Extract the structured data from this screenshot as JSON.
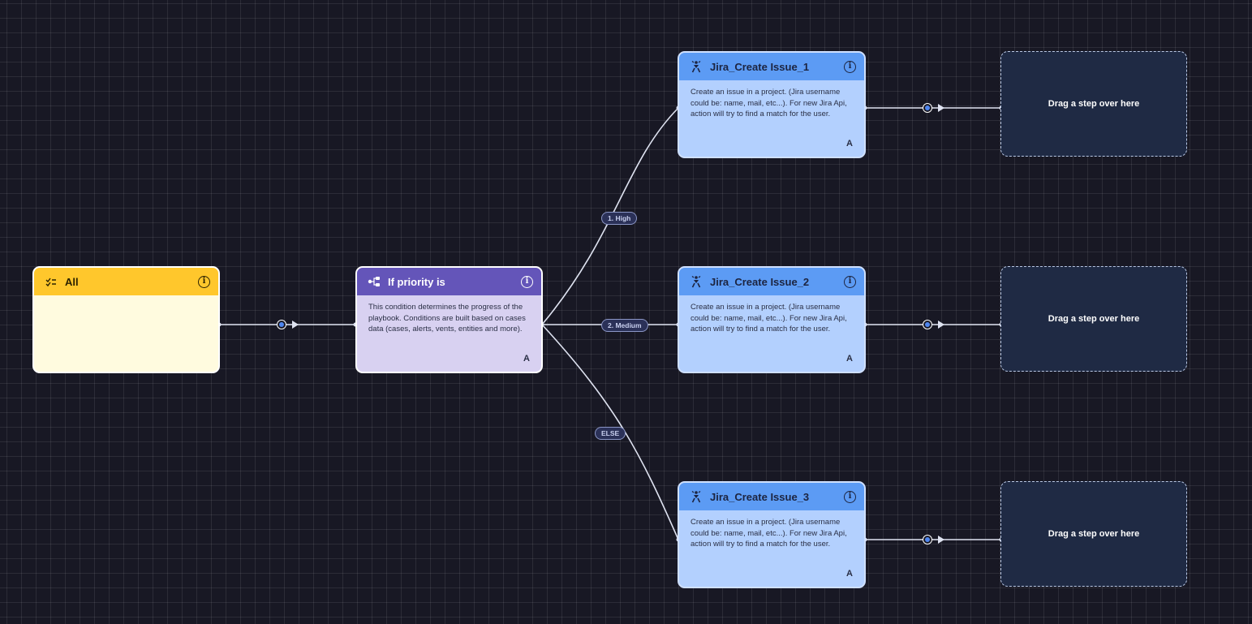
{
  "trigger": {
    "icon": "checklist-icon",
    "title": "All",
    "info_icon": "info-icon"
  },
  "condition": {
    "icon": "branch-icon",
    "title": "If priority is",
    "description": "This condition determines the progress of the playbook. Conditions are built based on cases data (cases, alerts, vents, entities and more).",
    "owner": "A",
    "branches": [
      "1. High",
      "2. Medium",
      "ELSE"
    ]
  },
  "actions": [
    {
      "icon": "jira-icon",
      "title": "Jira_Create Issue_1",
      "description": "Create an issue in a project. (Jira username could be: name, mail, etc...). For new Jira Api, action will try to find a match for the user.",
      "owner": "A"
    },
    {
      "icon": "jira-icon",
      "title": "Jira_Create Issue_2",
      "description": "Create an issue in a project. (Jira username could be: name, mail, etc...). For new Jira Api, action will try to find a match for the user.",
      "owner": "A"
    },
    {
      "icon": "jira-icon",
      "title": "Jira_Create Issue_3",
      "description": "Create an issue in a project. (Jira username could be: name, mail, etc...). For new Jira Api, action will try to find a match for the user.",
      "owner": "A"
    }
  ],
  "placeholders": [
    {
      "label": "Drag a step over here"
    },
    {
      "label": "Drag a step over here"
    },
    {
      "label": "Drag a step over here"
    }
  ],
  "colors": {
    "canvas": "#181824",
    "trigger_header": "#ffc72c",
    "condition_header": "#6455b9",
    "action_header": "#5c9bf4",
    "connector": "#dfe3f1",
    "dot": "#4f86ef"
  }
}
